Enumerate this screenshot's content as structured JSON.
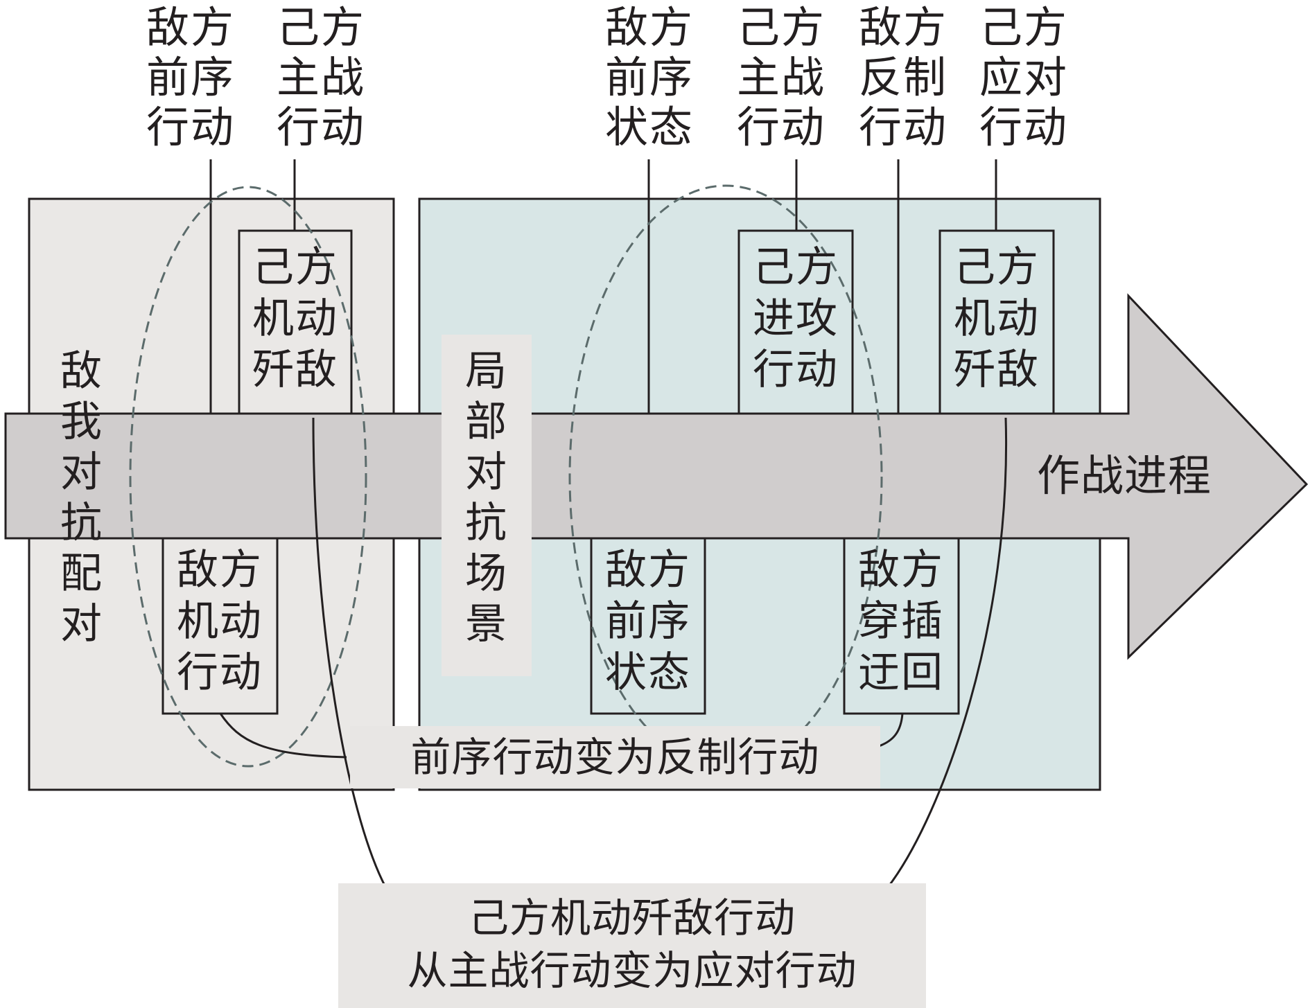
{
  "colors": {
    "panel_left": "#eae8e6",
    "panel_right": "#d8e6e6",
    "arrow": "#d0cdcd",
    "stroke": "#231f20",
    "ellipse": "#5b6b6b",
    "label_bg": "#e8e6e4",
    "text": "#231f20"
  },
  "top_labels": [
    "敌方\n前序\n行动",
    "己方\n主战\n行动",
    "敌方\n前序\n状态",
    "己方\n主战\n行动",
    "敌方\n反制\n行动",
    "己方\n应对\n行动"
  ],
  "boxes": [
    "己方\n机动\n歼敌",
    "敌方\n机动\n行动",
    "己方\n进攻\n行动",
    "己方\n机动\n歼敌",
    "敌方\n前序\n状态",
    "敌方\n穿插\n迂回"
  ],
  "left_panel_label": "敌\n我\n对\n抗\n配\n对",
  "middle_label": "局\n部\n对\n抗\n场\n景",
  "arrow_label": "作战进程",
  "mid_annotation": "前序行动变为反制行动",
  "bottom_annotation": "己方机动歼敌行动\n从主战行动变为应对行动"
}
